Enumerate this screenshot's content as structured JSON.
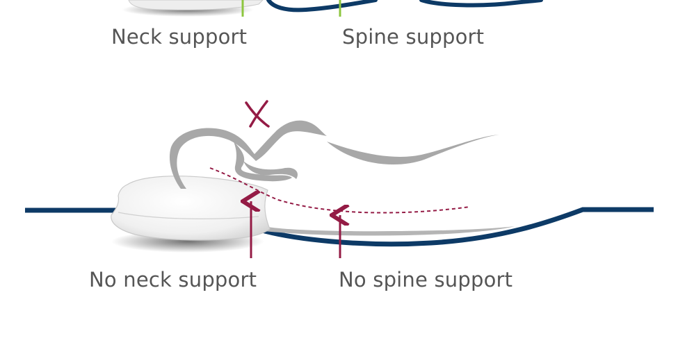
{
  "labels": {
    "correct_neck": "Neck support",
    "correct_spine": "Spine support",
    "incorrect_neck": "No neck support",
    "incorrect_spine": "No spine support"
  },
  "colors": {
    "mattress": "#0d3a66",
    "good_marker": "#8dc63f",
    "bad_marker": "#941b45",
    "body_outline": "#a8a8a8",
    "label_text": "#555555"
  },
  "icons": {
    "incorrect_mark": "x-mark-icon"
  }
}
